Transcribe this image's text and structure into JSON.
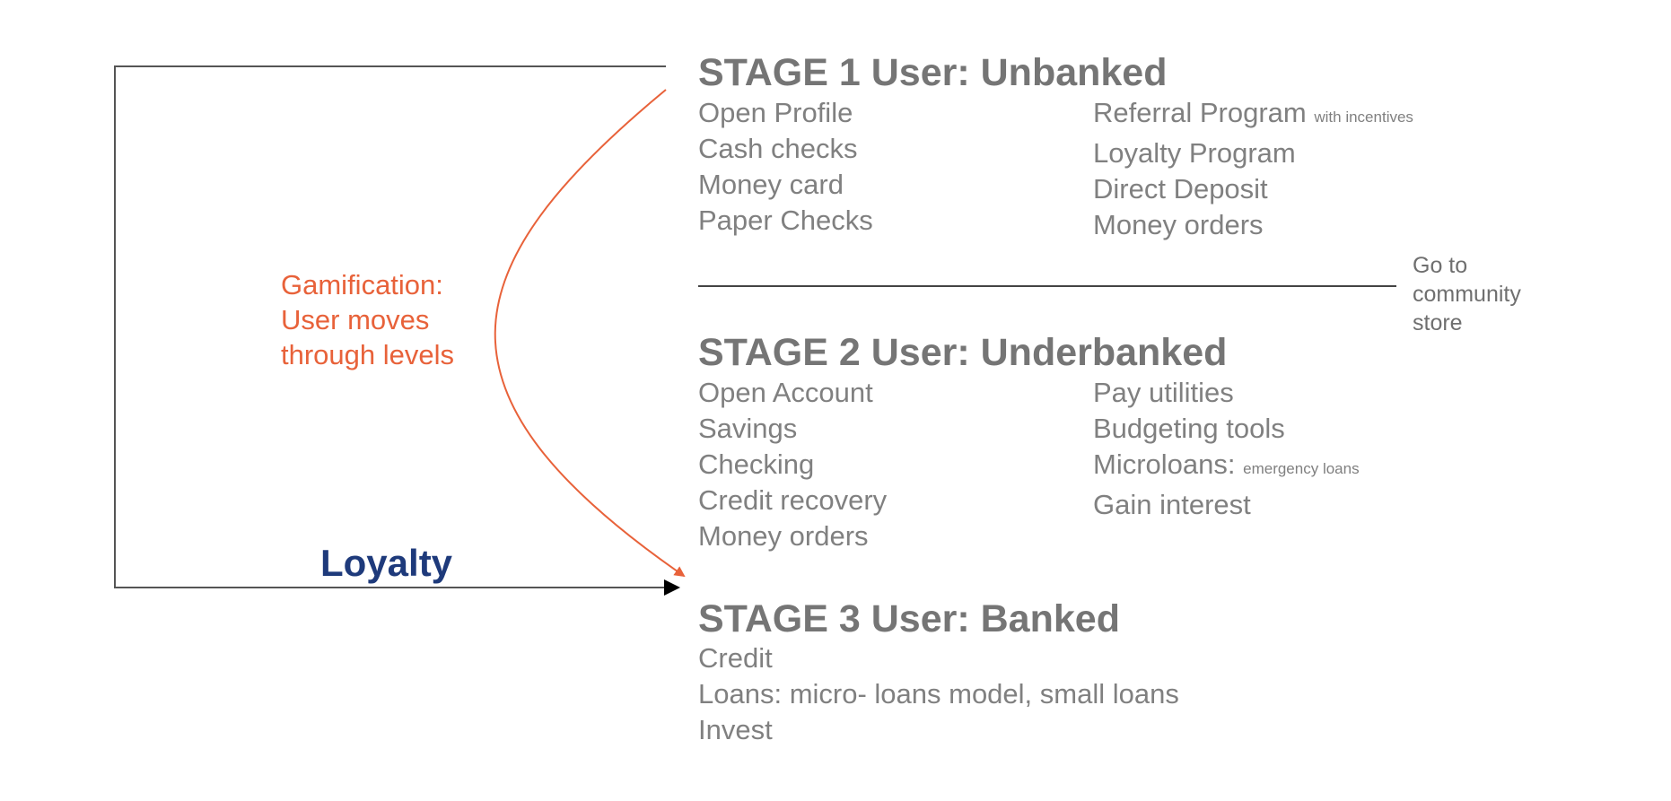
{
  "stages": [
    {
      "title": "STAGE 1 User: Unbanked",
      "left_items": [
        {
          "text": "Open Profile"
        },
        {
          "text": "Cash checks"
        },
        {
          "text": "Money card"
        },
        {
          "text": "Paper Checks"
        }
      ],
      "right_items": [
        {
          "text": "Referral Program",
          "note": "with incentives"
        },
        {
          "text": "Loyalty Program"
        },
        {
          "text": "Direct Deposit"
        },
        {
          "text": "Money orders"
        }
      ]
    },
    {
      "title": "STAGE 2 User: Underbanked",
      "left_items": [
        {
          "text": "Open Account"
        },
        {
          "text": "Savings"
        },
        {
          "text": "Checking"
        },
        {
          "text": "Credit recovery"
        },
        {
          "text": "Money orders"
        }
      ],
      "right_items": [
        {
          "text": "Pay utilities"
        },
        {
          "text": "Budgeting tools"
        },
        {
          "text": "Microloans:",
          "note": "emergency loans"
        },
        {
          "text": "Gain interest"
        }
      ]
    },
    {
      "title": "STAGE 3 User: Banked",
      "left_items": [
        {
          "text": "Credit"
        },
        {
          "text": "Loans: micro- loans model, small loans"
        },
        {
          "text": "Invest"
        }
      ]
    }
  ],
  "divider_note": [
    "Go to",
    "community",
    "store"
  ],
  "gamification": [
    "Gamification:",
    "User moves",
    "through levels"
  ],
  "loyalty": "Loyalty",
  "colors": {
    "stage_title": "#757575",
    "item_text": "#808080",
    "gamification": "#e8623a",
    "loyalty": "#1e3a7b",
    "frame_line": "#555555",
    "curve": "#e8623a",
    "loyalty_arrowhead": "#000000"
  }
}
